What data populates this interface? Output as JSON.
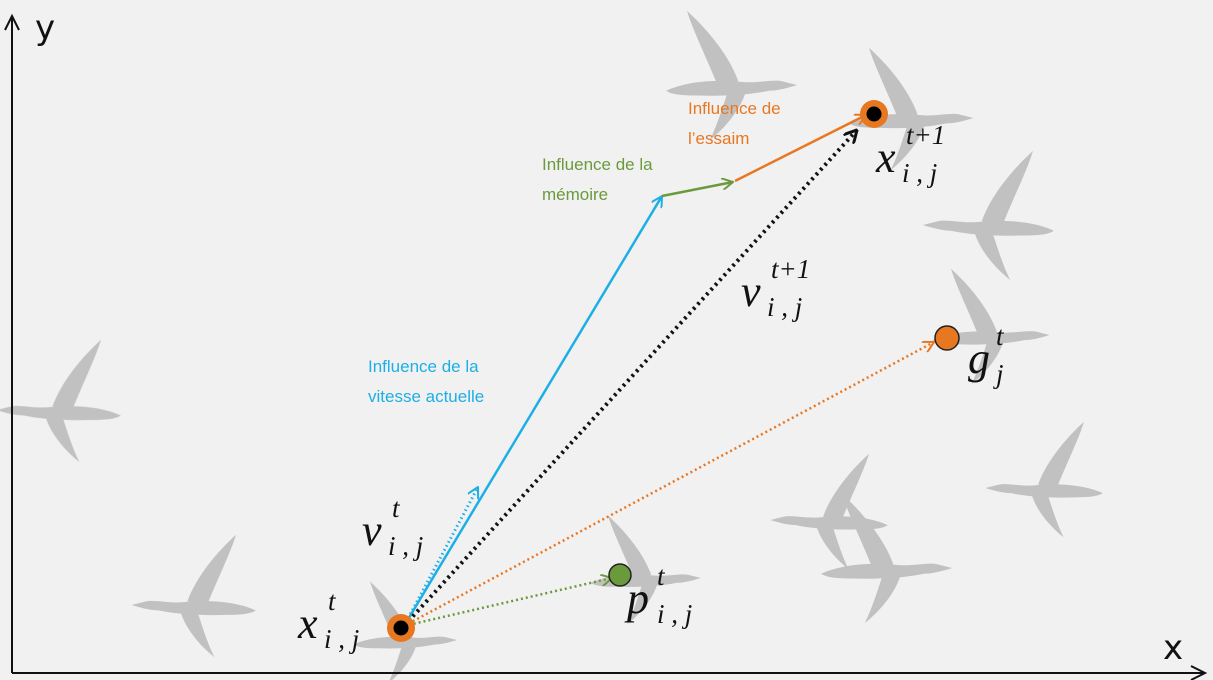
{
  "axes": {
    "x_label": "x",
    "y_label": "y"
  },
  "labels": {
    "current_velocity": [
      "Influence de la",
      "vitesse actuelle"
    ],
    "memory": [
      "Influence de la",
      "mémoire"
    ],
    "swarm": [
      "Influence de",
      "l’essaim"
    ]
  },
  "symbols": {
    "x_now": {
      "base": "x",
      "sup": "t",
      "sub": "i , j"
    },
    "x_next": {
      "base": "x",
      "sup": "t+1",
      "sub": "i , j"
    },
    "v_now": {
      "base": "v",
      "sup": "t",
      "sub": "i , j"
    },
    "v_next": {
      "base": "v",
      "sup": "t+1",
      "sub": "i , j"
    },
    "p_best": {
      "base": "p",
      "sup": "t",
      "sub": "i , j"
    },
    "g_best": {
      "base": "g",
      "sup": "t",
      "sub": "j"
    }
  },
  "colors": {
    "velocity": "#1eaee6",
    "memory": "#6b9a3d",
    "swarm": "#e87722",
    "resulting": "#111111",
    "background": "#f1f1f1",
    "bird": "#b7b7b7"
  },
  "icons": {
    "background_birds": "goose-silhouette"
  }
}
